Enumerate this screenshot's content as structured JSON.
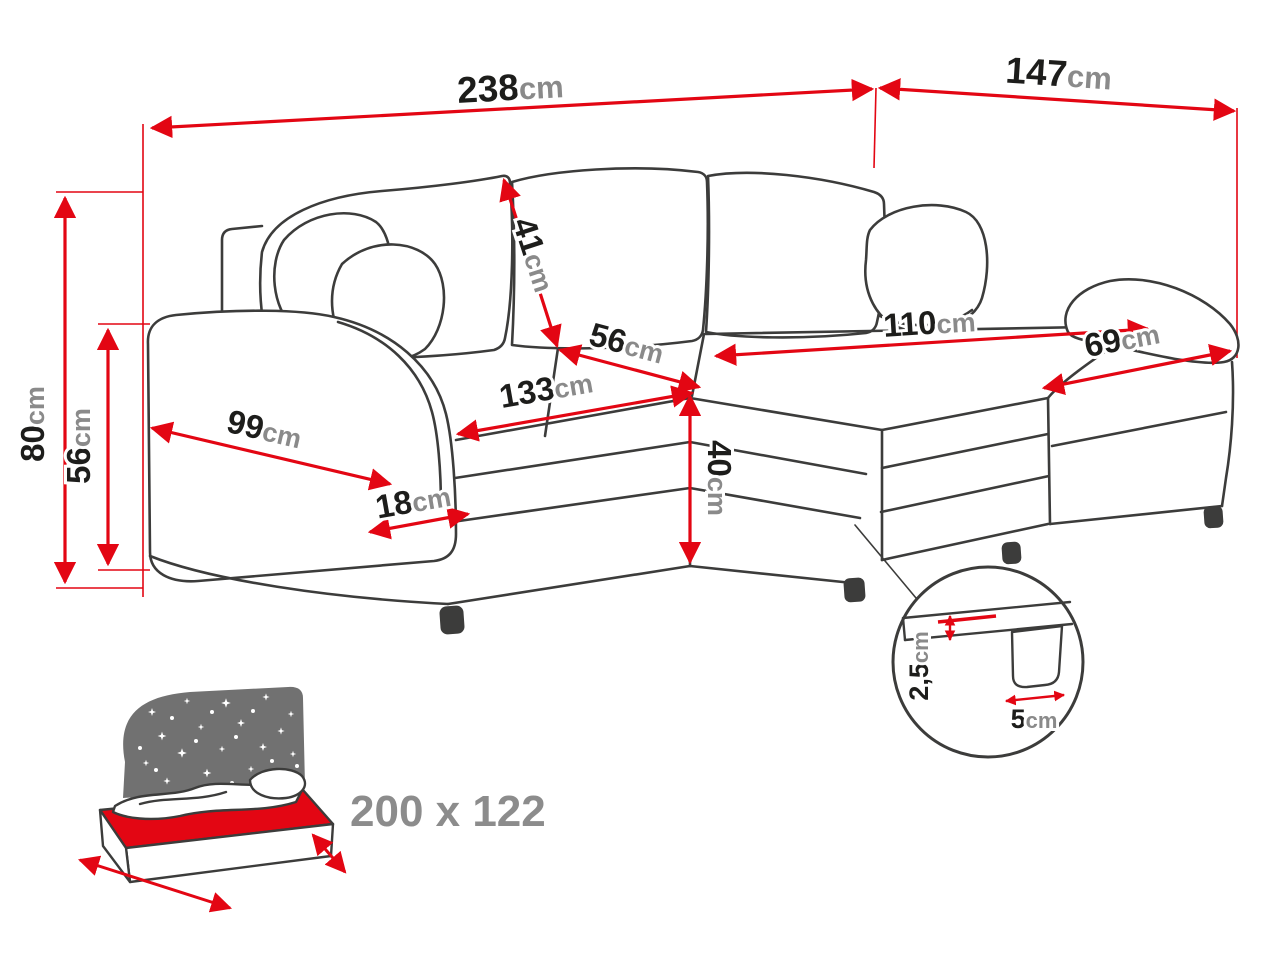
{
  "diagram": {
    "colors": {
      "dimension_line": "#e30613",
      "sofa_outline": "#3c3c3b",
      "number_text": "#1d1d1b",
      "unit_text": "#8a8a8a",
      "bed_mattress": "#e30613",
      "bed_headboard": "#717171",
      "bed_label_text": "#8c8c8c"
    },
    "dimensions": {
      "total_width": {
        "value": "238",
        "unit": "cm"
      },
      "chaise_depth": {
        "value": "147",
        "unit": "cm"
      },
      "total_height": {
        "value": "80",
        "unit": "cm"
      },
      "wall_seat_height": {
        "value": "56",
        "unit": "cm"
      },
      "armrest_depth": {
        "value": "99",
        "unit": "cm"
      },
      "armrest_width": {
        "value": "18",
        "unit": "cm"
      },
      "seat_width": {
        "value": "133",
        "unit": "cm"
      },
      "back_cushion_height": {
        "value": "41",
        "unit": "cm"
      },
      "seat_cushion_depth": {
        "value": "56",
        "unit": "cm"
      },
      "seat_height": {
        "value": "40",
        "unit": "cm"
      },
      "chaise_length": {
        "value": "110",
        "unit": "cm"
      },
      "chaise_end_width": {
        "value": "69",
        "unit": "cm"
      },
      "leg_plinth_height": {
        "value": "2,5",
        "unit": "cm"
      },
      "leg_size": {
        "value": "5",
        "unit": "cm"
      }
    },
    "sleeping_area": {
      "label": "200 x 122"
    }
  }
}
